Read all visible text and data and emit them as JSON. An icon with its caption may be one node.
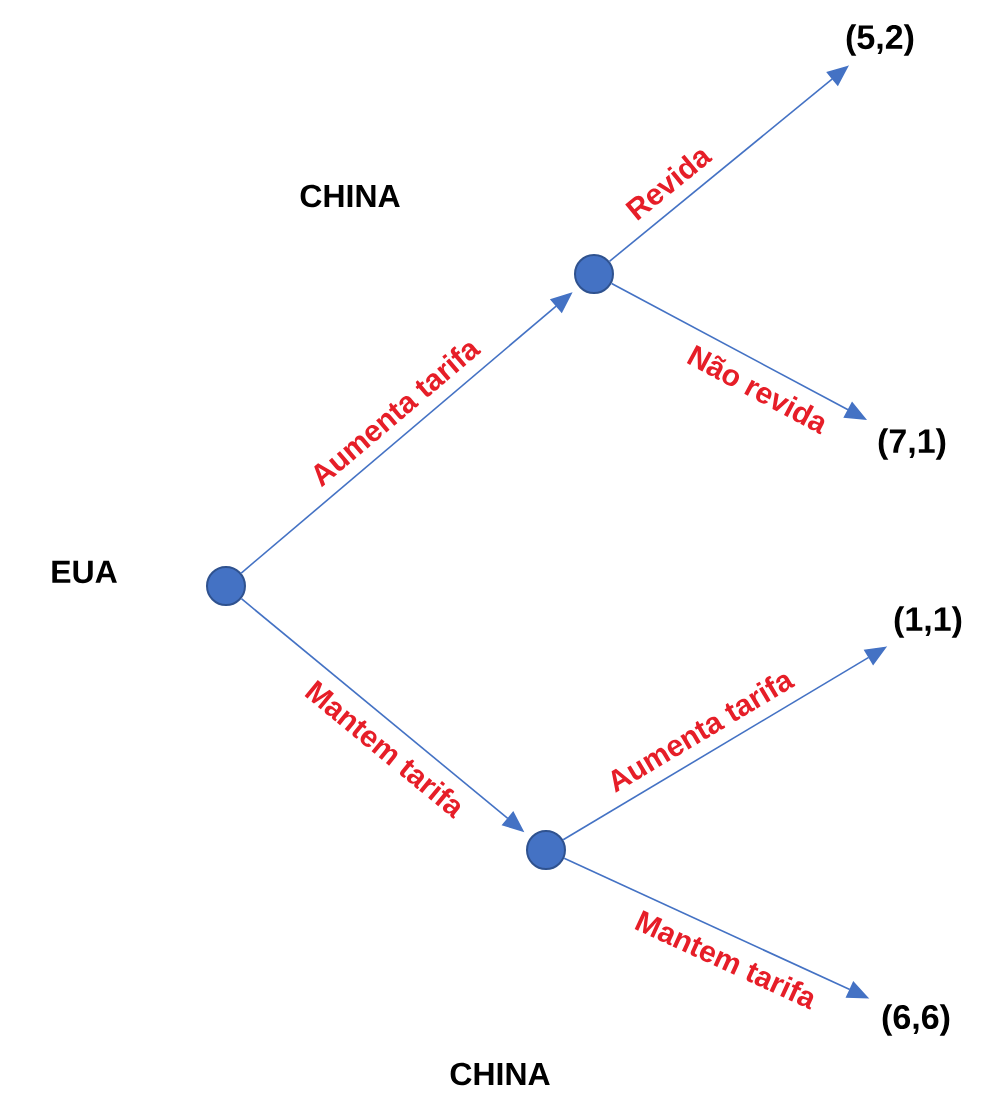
{
  "diagram": {
    "nodes": [
      {
        "text": [],
        "shape": "circle",
        "beside": [
          "EUA"
        ]
      },
      {
        "text": [],
        "shape": "circle"
      },
      {
        "text": [],
        "shape": "circle"
      },
      {
        "text": [
          "(5,2)"
        ]
      },
      {
        "text": [
          "(7,1)"
        ]
      },
      {
        "text": [
          "(1,1)"
        ]
      },
      {
        "text": [
          "(6,6)"
        ]
      }
    ],
    "edges": [
      {
        "from": 0,
        "to": 1,
        "arrow": "to",
        "label": "Aumenta tarifa"
      },
      {
        "from": 0,
        "to": 2,
        "arrow": "to",
        "label": "Mantem tarifa"
      },
      {
        "from": 1,
        "to": 3,
        "arrow": "to",
        "label": "Revida"
      },
      {
        "from": 1,
        "to": 4,
        "arrow": "to",
        "label": "Não revida"
      },
      {
        "from": 2,
        "to": 5,
        "arrow": "to",
        "label": "Aumenta tarifa"
      },
      {
        "from": 2,
        "to": 6,
        "arrow": "to",
        "label": "Mantem tarifa"
      }
    ],
    "labels": [
      "CHINA",
      "CHINA"
    ]
  }
}
